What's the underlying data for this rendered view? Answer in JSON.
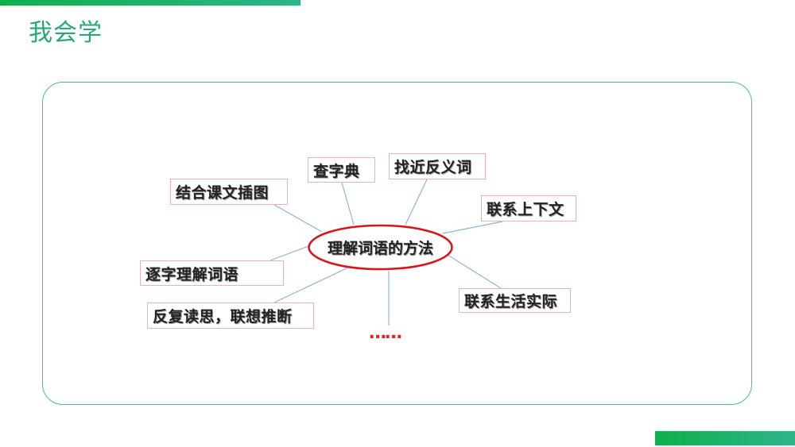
{
  "header": {
    "title": "我会学"
  },
  "colors": {
    "accent_green": "#2aa67a",
    "frame_border": "#4dbb8d",
    "ellipse_red": "#d9151b",
    "link_blue": "#8fb3d6",
    "node_border": "#e8b3b8",
    "more_red": "#e0262a"
  },
  "mindmap": {
    "center": "理解词语的方法",
    "nodes": [
      {
        "label": "查字典"
      },
      {
        "label": "找近反义词"
      },
      {
        "label": "结合课文插图"
      },
      {
        "label": "联系上下文"
      },
      {
        "label": "逐字理解词语"
      },
      {
        "label": "联系生活实际"
      },
      {
        "label": "反复读思，联想推断"
      }
    ],
    "more": "……"
  }
}
